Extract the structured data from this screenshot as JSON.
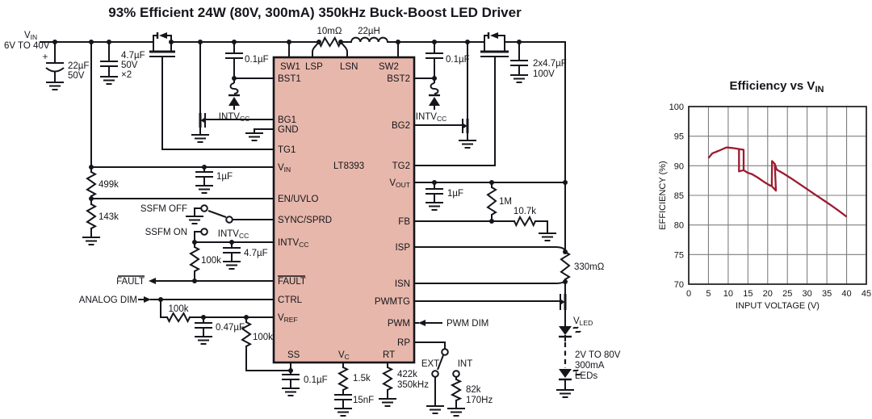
{
  "title": "93% Efficient 24W (80V, 300mA) 350kHz Buck-Boost LED Driver",
  "source": {
    "range": "6V TO 40V",
    "plus": "+"
  },
  "subs": {
    "vin": {
      "b": "V",
      "s": "IN"
    },
    "vout": {
      "b": "V",
      "s": "OUT"
    },
    "vref": {
      "b": "V",
      "s": "REF"
    },
    "vc": {
      "b": "V",
      "s": "C"
    },
    "vled": {
      "b": "V",
      "s": "LED"
    },
    "intvcc": {
      "b": "INTV",
      "s": "CC"
    }
  },
  "ic": {
    "part": "LT8393",
    "pins": {
      "sw1": "SW1",
      "lsp": "LSP",
      "lsn": "LSN",
      "sw2": "SW2",
      "bst1": "BST1",
      "bst2": "BST2",
      "bg1": "BG1",
      "gnd": "GND",
      "tg1": "TG1",
      "bg2": "BG2",
      "tg2": "TG2",
      "en": "EN/UVLO",
      "sync": "SYNC/SPRD",
      "fault": "FAULT",
      "ctrl": "CTRL",
      "fb": "FB",
      "isp": "ISP",
      "isn": "ISN",
      "pwmtg": "PWMTG",
      "pwm": "PWM",
      "rp": "RP",
      "ss": "SS",
      "rt": "RT"
    }
  },
  "components": {
    "c22": "22µF",
    "v50": "50V",
    "c47": "4.7µF",
    "times2": "×2",
    "c01": "0.1µF",
    "r10m": "10mΩ",
    "l22": "22µH",
    "c2x47": "2x4.7µF",
    "v100": "100V",
    "r499k": "499k",
    "r143k": "143k",
    "c1": "1µF",
    "r100k": "100k",
    "c047": "0.47µF",
    "c15n": "15nF",
    "r15k": "1.5k",
    "r422k": "422k",
    "f350": "350kHz",
    "r82k": "82k",
    "f170": "170Hz",
    "r1m": "1M",
    "r107": "10.7k",
    "r330m": "330mΩ"
  },
  "signals": {
    "ssfm_off": "SSFM OFF",
    "ssfm_on": "SSFM ON",
    "fault": "FAULT",
    "analog_dim": "ANALOG DIM",
    "pwm_dim": "PWM DIM",
    "ext": "EXT",
    "int": "INT",
    "led_v": "2V TO 80V",
    "led_i": "300mA",
    "leds": "LEDs"
  },
  "colors": {
    "ic_fill": "#e7b7ab",
    "trace": "#9c1b30",
    "grid": "#7e7e7e"
  },
  "chart_data": {
    "type": "line",
    "title": {
      "b": "Efficiency vs V",
      "s": "IN"
    },
    "xlabel": "INPUT VOLTAGE (V)",
    "ylabel": "EFFICIENCY (%)",
    "xlim": [
      0,
      45
    ],
    "ylim": [
      70,
      100
    ],
    "xstep": 5,
    "ystep": 5,
    "grid": true,
    "legend": "none",
    "xticks": [
      0,
      5,
      10,
      15,
      20,
      25,
      30,
      35,
      40,
      45
    ],
    "yticks": [
      100,
      95,
      90,
      85,
      80,
      75,
      70
    ],
    "line_color": "#9c1b30",
    "series": [
      {
        "name": "efficiency",
        "segments": [
          [
            [
              5,
              91.3
            ],
            [
              6,
              92.1
            ],
            [
              7.5,
              92.5
            ],
            [
              9.6,
              93.1
            ],
            [
              11,
              93.0
            ],
            [
              13.9,
              92.7
            ],
            [
              13.9,
              89.25
            ],
            [
              12.75,
              89.05
            ],
            [
              12.75,
              92.85
            ]
          ],
          [
            [
              13.9,
              89.25
            ],
            [
              15,
              88.8
            ],
            [
              16,
              88.6
            ],
            [
              17.5,
              88.0
            ],
            [
              19,
              87.3
            ],
            [
              20.5,
              86.7
            ],
            [
              21.05,
              86.55
            ],
            [
              22.1,
              85.8
            ],
            [
              21.8,
              90.3
            ],
            [
              21.1,
              90.8
            ],
            [
              21.05,
              86.55
            ]
          ],
          [
            [
              21.8,
              90.3
            ],
            [
              22.3,
              89.35
            ],
            [
              24,
              88.7
            ],
            [
              26,
              87.85
            ],
            [
              28,
              86.95
            ],
            [
              30,
              86.05
            ],
            [
              32,
              85.15
            ],
            [
              34,
              84.25
            ],
            [
              36,
              83.35
            ],
            [
              38,
              82.4
            ],
            [
              40,
              81.4
            ]
          ]
        ]
      }
    ]
  }
}
